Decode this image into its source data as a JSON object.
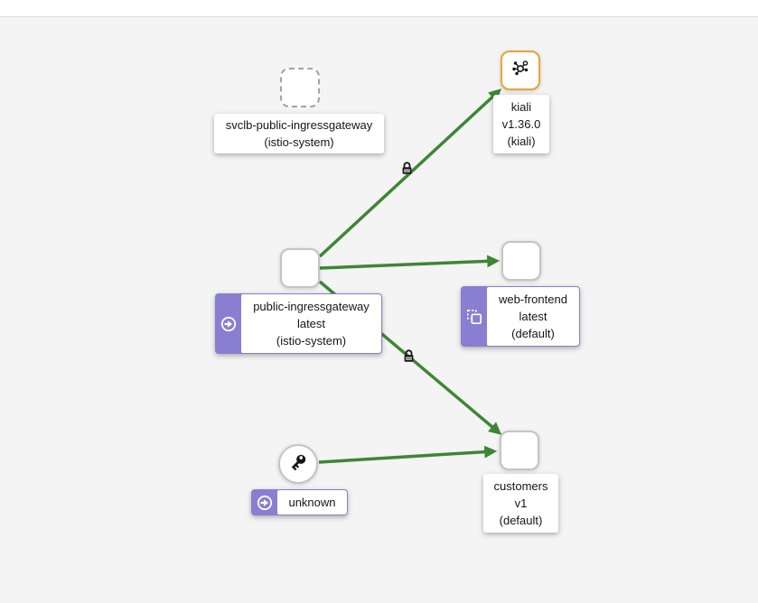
{
  "colors": {
    "background": "#f4f4f4",
    "top_strip": "#ffffff",
    "edge_healthy_green": "#3e8635",
    "badge_purple": "#897ed1",
    "kiali_node_border_gold": "#e8a33d",
    "node_border_gray": "#c4c4c4"
  },
  "graph": {
    "nodes": {
      "svclb": {
        "shape": "square-dashed",
        "lines": [
          "svclb-public-ingressgateway",
          "(istio-system)"
        ]
      },
      "kiali": {
        "shape": "square-gold",
        "icon": "kiali-topology",
        "lines": [
          "kiali",
          "v1.36.0",
          "(kiali)"
        ]
      },
      "gateway": {
        "shape": "square",
        "badge": "traffic-source-arrow",
        "lines": [
          "public-ingressgateway",
          "latest",
          "(istio-system)"
        ]
      },
      "web_frontend": {
        "shape": "square",
        "badge": "clone",
        "lines": [
          "web-frontend",
          "latest",
          "(default)"
        ]
      },
      "unknown": {
        "shape": "circle",
        "icon": "key",
        "badge": "traffic-source-arrow",
        "lines": [
          "unknown"
        ]
      },
      "customers": {
        "shape": "square",
        "lines": [
          "customers",
          "v1",
          "(default)"
        ]
      }
    },
    "edges": [
      {
        "from": "public-ingressgateway",
        "to": "kiali",
        "mtls": true
      },
      {
        "from": "public-ingressgateway",
        "to": "web-frontend",
        "mtls": false
      },
      {
        "from": "public-ingressgateway",
        "to": "customers",
        "mtls": true
      },
      {
        "from": "unknown",
        "to": "customers",
        "mtls": false
      }
    ]
  }
}
